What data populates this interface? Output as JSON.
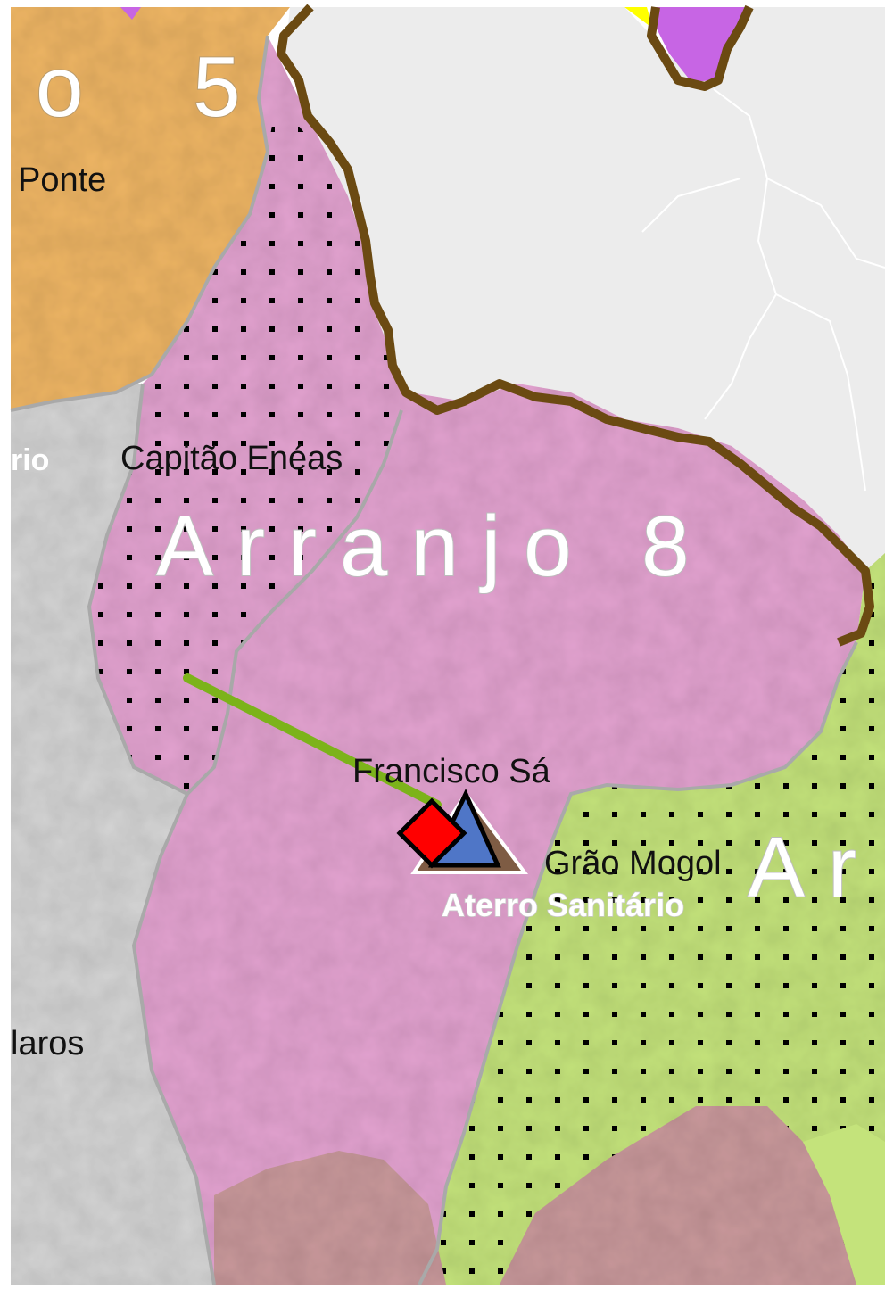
{
  "regions": {
    "arranjo8": {
      "label": "Arranjo 8",
      "color": "#e3a3d0"
    },
    "arranjo5": {
      "label": "o 5",
      "color": "#eeb565"
    },
    "arranjo_right": {
      "label": "Ar",
      "color": "#c4e37b"
    },
    "neutral_gray": {
      "color": "#d4d4d4"
    },
    "neutral_light": {
      "color": "#ececec"
    },
    "bottom_brown": {
      "color": "#c9999b"
    },
    "top_purple": {
      "color": "#c765e4"
    },
    "top_yellow": {
      "color": "#ffff00"
    }
  },
  "municipalities": {
    "ponte": "Ponte",
    "capitao_eneas": "Capitão Enéas",
    "francisco_sa": "Francisco Sá",
    "grao_mogol": "Grão Mogol",
    "claros": "laros",
    "rio": "rio"
  },
  "facility": {
    "label": "Aterro Sanitário"
  },
  "colors": {
    "boundary_brown": "#6b4a12",
    "route_green": "#7cb31a",
    "marker_red": "#ff0000",
    "marker_blue": "#4f76c7",
    "marker_brown": "#7e5c44"
  }
}
